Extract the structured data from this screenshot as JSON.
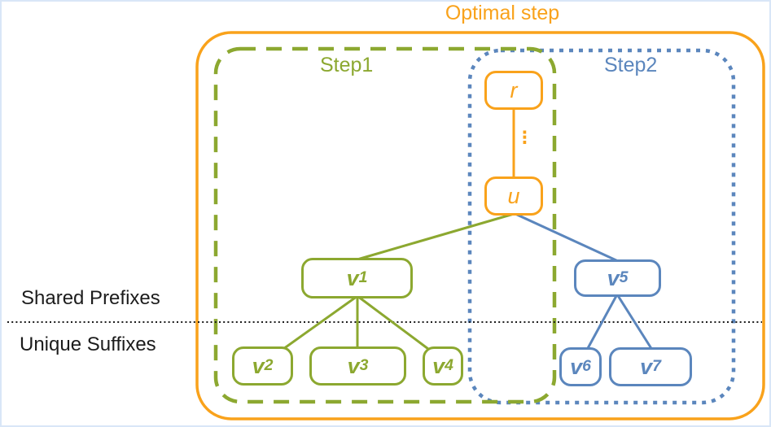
{
  "diagram": {
    "title": "Optimal step",
    "regions": {
      "optimal_step": {
        "label": "Optimal step",
        "color": "#f9a21b",
        "border_style": "solid"
      },
      "step1": {
        "label": "Step1",
        "color": "#8ca830",
        "border_style": "dashed"
      },
      "step2": {
        "label": "Step2",
        "color": "#5b86bd",
        "border_style": "dotted"
      }
    },
    "row_labels": {
      "shared_prefixes": "Shared Prefixes",
      "unique_suffixes": "Unique Suffixes"
    },
    "ellipsis_glyph": "⋮",
    "tree": {
      "nodes": {
        "r": {
          "base": "r",
          "sub": "",
          "color": "#f9a21b",
          "region": "optimal_step"
        },
        "u": {
          "base": "u",
          "sub": "",
          "color": "#f9a21b",
          "region": "optimal_step"
        },
        "v1": {
          "base": "v",
          "sub": "1",
          "color": "#8ca830",
          "region": "step1"
        },
        "v2": {
          "base": "v",
          "sub": "2",
          "color": "#8ca830",
          "region": "step1"
        },
        "v3": {
          "base": "v",
          "sub": "3",
          "color": "#8ca830",
          "region": "step1"
        },
        "v4": {
          "base": "v",
          "sub": "4",
          "color": "#8ca830",
          "region": "step1"
        },
        "v5": {
          "base": "v",
          "sub": "5",
          "color": "#5b86bd",
          "region": "step2"
        },
        "v6": {
          "base": "v",
          "sub": "6",
          "color": "#5b86bd",
          "region": "step2"
        },
        "v7": {
          "base": "v",
          "sub": "7",
          "color": "#5b86bd",
          "region": "step2"
        }
      },
      "edges": [
        {
          "from": "r",
          "to": "u",
          "note": "collapsed path (ellipsis)"
        },
        {
          "from": "u",
          "to": "v1"
        },
        {
          "from": "u",
          "to": "v5"
        },
        {
          "from": "v1",
          "to": "v2"
        },
        {
          "from": "v1",
          "to": "v3"
        },
        {
          "from": "v1",
          "to": "v4"
        },
        {
          "from": "v5",
          "to": "v6"
        },
        {
          "from": "v5",
          "to": "v7"
        }
      ]
    },
    "separator": {
      "style": "dotted",
      "color": "#1c1c1c",
      "splits": [
        "Shared Prefixes",
        "Unique Suffixes"
      ]
    }
  }
}
